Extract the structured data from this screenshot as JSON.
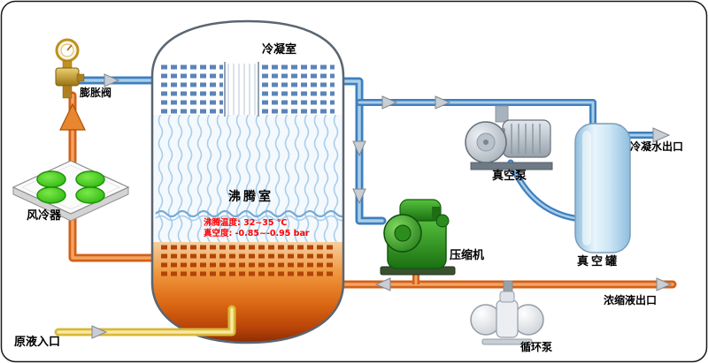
{
  "labels": {
    "expansion_valve": "膨胀阀",
    "air_cooler": "风冷器",
    "raw_liquid_inlet": "原液入口",
    "condensation_chamber": "冷凝室",
    "boiling_chamber": "沸腾室",
    "boiling_temp": "沸腾温度: 32~35 ℃",
    "vacuum_degree": "真空度: -0.85~-0.95 bar",
    "compressor": "压缩机",
    "vacuum_pump": "真空泵",
    "vacuum_tank": "真空罐",
    "condensate_outlet": "冷凝水出口",
    "concentrate_outlet": "浓缩液出口",
    "circulation_pump": "循环泵"
  },
  "colors": {
    "pipe_cold": "#3f7fbf",
    "pipe_hot": "#d2601a",
    "pipe_feed": "#d9b83a",
    "condenser_tube": "#5b84b8",
    "heater_tube": "#b24408",
    "vessel_liquid_bottom": "#8c2d05",
    "annotation_red": "#ff0000",
    "air_cooler_fan": "#2fbf0f",
    "compressor_green": "#2e8b1e",
    "vacuum_tank_blue": "#9fc8e8"
  }
}
